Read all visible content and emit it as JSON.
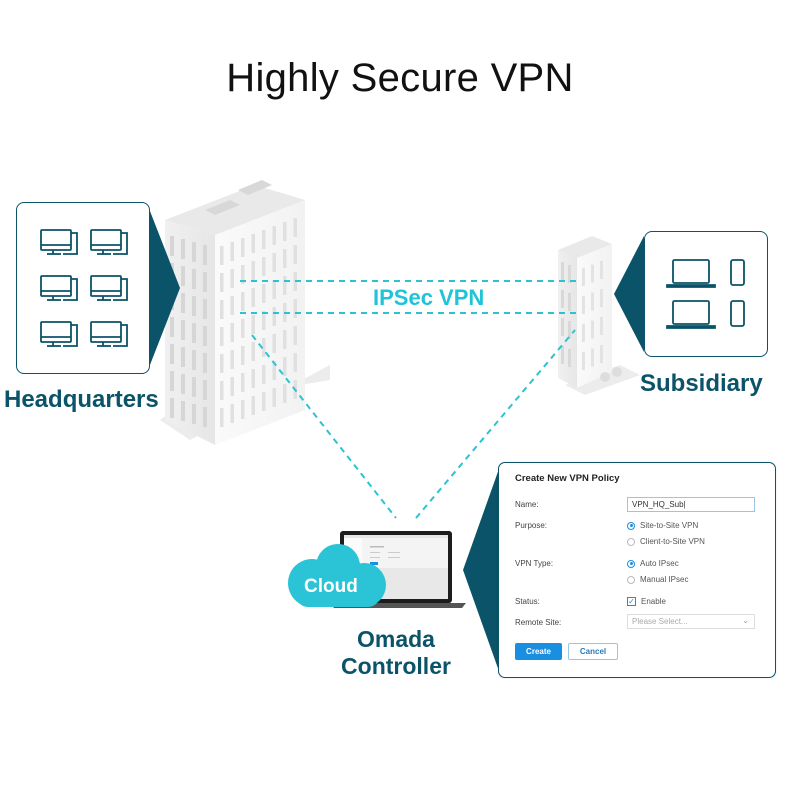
{
  "title": "Highly Secure VPN",
  "colors": {
    "teal_dark": "#0b5368",
    "teal_light": "#1fc4d6",
    "cloud": "#2bc3d6",
    "primary_button": "#1a8ee0"
  },
  "sites": {
    "headquarters": {
      "label": "Headquarters",
      "devices": [
        "desktop-icon",
        "desktop-icon",
        "desktop-icon",
        "desktop-icon",
        "desktop-icon",
        "desktop-icon"
      ]
    },
    "subsidiary": {
      "label": "Subsidiary",
      "devices": [
        "laptop-icon",
        "phone-icon",
        "laptop-icon",
        "phone-icon"
      ]
    }
  },
  "link": {
    "label": "IPSec VPN"
  },
  "controller": {
    "cloud_label": "Cloud",
    "label_line1": "Omada",
    "label_line2": "Controller"
  },
  "form": {
    "title": "Create New VPN Policy",
    "fields": {
      "name": {
        "label": "Name:",
        "value": "VPN_HQ_Sub|"
      },
      "purpose": {
        "label": "Purpose:",
        "options": [
          {
            "label": "Site-to-Site VPN",
            "selected": true
          },
          {
            "label": "Client-to-Site VPN",
            "selected": false
          }
        ]
      },
      "vpn_type": {
        "label": "VPN Type:",
        "options": [
          {
            "label": "Auto IPsec",
            "selected": true
          },
          {
            "label": "Manual IPsec",
            "selected": false
          }
        ]
      },
      "status": {
        "label": "Status:",
        "checkbox_label": "Enable",
        "checked": true
      },
      "remote_site": {
        "label": "Remote Site:",
        "placeholder": "Please Select..."
      }
    },
    "buttons": {
      "create": "Create",
      "cancel": "Cancel"
    }
  }
}
